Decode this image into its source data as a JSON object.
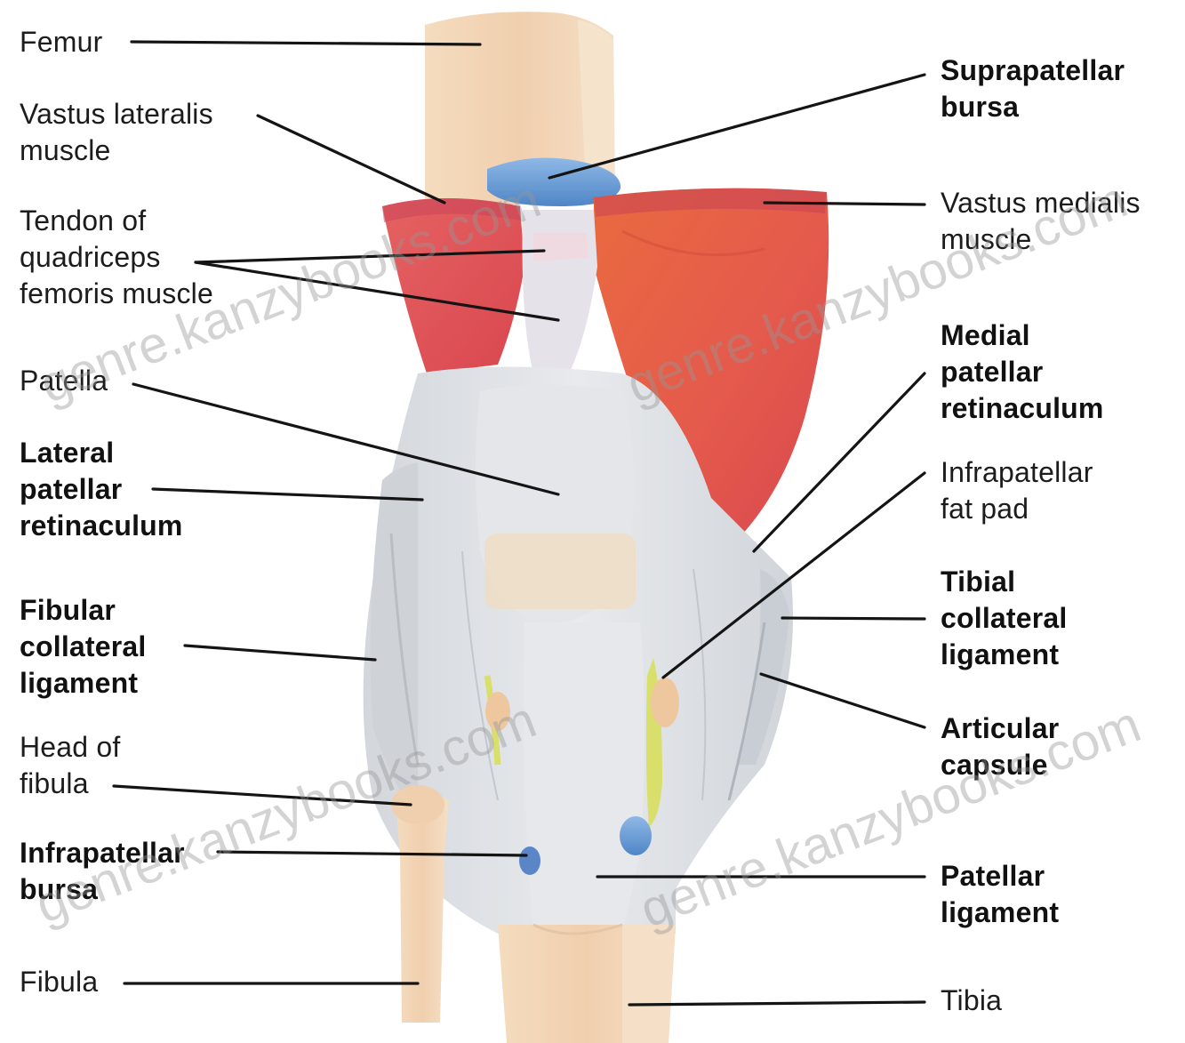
{
  "labels_left": [
    {
      "id": "femur",
      "text": "Femur"
    },
    {
      "id": "vastus-lateralis",
      "text": "Vastus lateralis\nmuscle"
    },
    {
      "id": "tendon-quadriceps",
      "text": "Tendon of\nquadriceps\nfemoris muscle"
    },
    {
      "id": "patella",
      "text": "Patella"
    },
    {
      "id": "lateral-patellar-retinaculum",
      "text": "Lateral\npatellar\nretinaculum"
    },
    {
      "id": "fibular-collateral-ligament",
      "text": "Fibular\ncollateral\nligament"
    },
    {
      "id": "head-of-fibula",
      "text": "Head of\nfibula"
    },
    {
      "id": "infrapatellar-bursa",
      "text": "Infrapatellar\nbursa"
    },
    {
      "id": "fibula",
      "text": "Fibula"
    }
  ],
  "labels_right": [
    {
      "id": "suprapatellar-bursa",
      "text": "Suprapatellar\nbursa"
    },
    {
      "id": "vastus-medialis",
      "text": "Vastus medialis\nmuscle"
    },
    {
      "id": "medial-patellar-retinaculum",
      "text": "Medial\npatellar\nretinaculum"
    },
    {
      "id": "infrapatellar-fat-pad",
      "text": "Infrapatellar\nfat pad"
    },
    {
      "id": "tibial-collateral-ligament",
      "text": "Tibial\ncollateral\nligament"
    },
    {
      "id": "articular-capsule",
      "text": "Articular\ncapsule"
    },
    {
      "id": "patellar-ligament",
      "text": "Patellar\nligament"
    },
    {
      "id": "tibia",
      "text": "Tibia"
    }
  ],
  "watermark": {
    "text": "genre.kanzybooks.com"
  },
  "colors": {
    "muscle": "#e5575a",
    "muscle_dark": "#d94c4c",
    "muscle_orange": "#e8623f",
    "bone": "#f1d2b2",
    "bone_light": "#f6e6cf",
    "bursa": "#6f9fd4",
    "ligament": "#dcdfe3",
    "ligament_light": "#eceef0",
    "fat_pad": "#d8df6a",
    "leader_line": "#141414"
  }
}
